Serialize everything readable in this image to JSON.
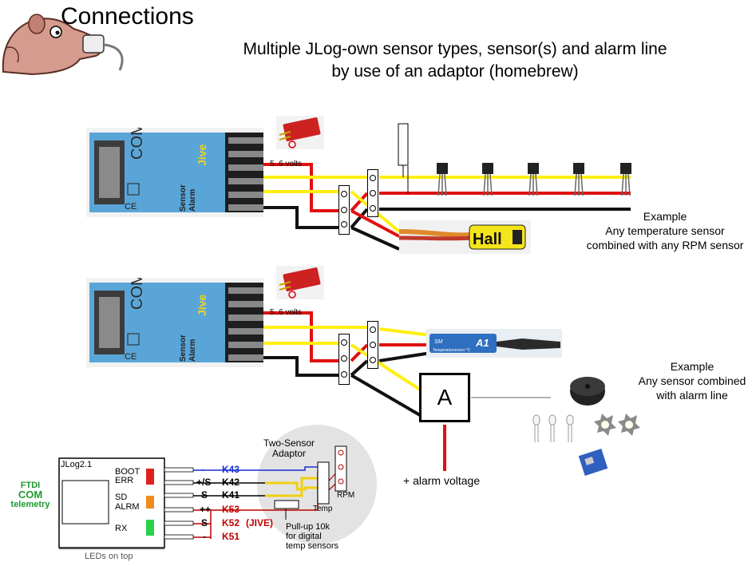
{
  "title": "Connections",
  "subtitle_line1": "Multiple JLog-own sensor types, sensor(s) and alarm line",
  "subtitle_line2": "by use of an adaptor (homebrew)",
  "module": {
    "com_label": "COM",
    "jive_label": "Jive",
    "sensor_label": "Sensor",
    "alarm_label": "Alarm",
    "ce_label": "CE"
  },
  "top_setup": {
    "volts_label": "5..6 volts",
    "hall_label": "Hall",
    "example_title": "Example",
    "example_line1": "Any temperature sensor",
    "example_line2": "combined with any RPM sensor"
  },
  "bottom_setup": {
    "volts_label": "5..6 volts",
    "sensor_brand": "SM",
    "sensor_model": "A1",
    "sensor_caption": "Temperatursensor °C",
    "alarm_box_label": "A",
    "alarm_voltage_label": "+ alarm voltage",
    "example_title": "Example",
    "example_line1": "Any sensor combined",
    "example_line2": "with alarm line"
  },
  "schematic": {
    "device_label": "JLog2.1",
    "ftdi_label": "FTDI",
    "com_label": "COM",
    "telemetry_label": "telemetry",
    "boot_label": "BOOT",
    "err_label": "ERR",
    "sd_label": "SD",
    "alrm_label": "ALRM",
    "rx_label": "RX",
    "leds_label": "LEDs on top",
    "pins": [
      {
        "sign": "-",
        "k": "K43",
        "color": "#1a2fd0"
      },
      {
        "sign": "+/S",
        "k": "K42",
        "color": "#000000"
      },
      {
        "sign": "S",
        "k": "K41",
        "color": "#000000"
      },
      {
        "sign": "++",
        "k": "K53",
        "color": "#c00000"
      },
      {
        "sign": "S",
        "k": "K52",
        "color": "#c00000"
      },
      {
        "sign": "-",
        "k": "K51",
        "color": "#c00000"
      }
    ],
    "jive_label": "(JIVE)",
    "adaptor_title_line1": "Two-Sensor",
    "adaptor_title_line2": "Adaptor",
    "temp_label": "Temp",
    "rpm_label": "RPM",
    "pullup_line1": "Pull-up 10k",
    "pullup_line2": "for digital",
    "pullup_line3": "temp sensors",
    "led_colors": {
      "err": "#e02020",
      "alrm": "#f08a1a",
      "rx": "#2ad24a"
    }
  }
}
